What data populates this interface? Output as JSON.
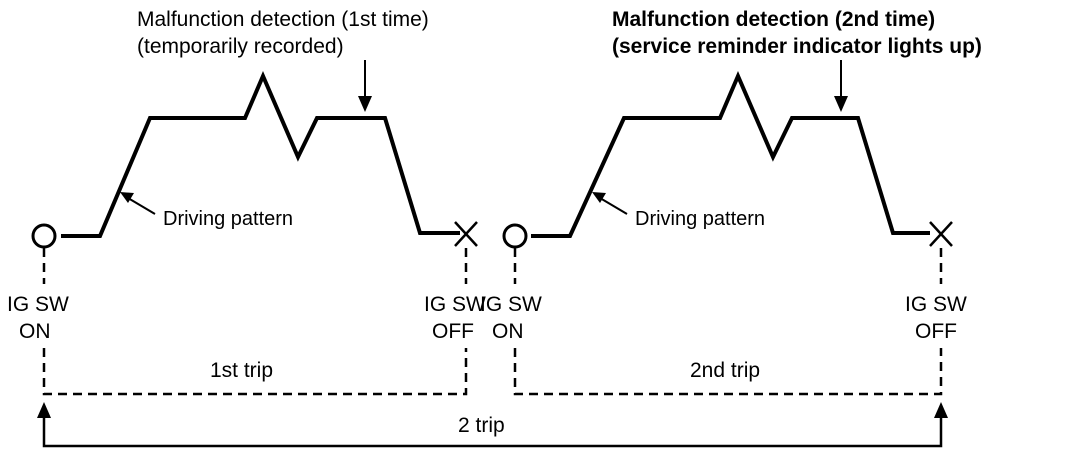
{
  "diagram": {
    "trips": [
      {
        "detection_line1": "Malfunction detection (1st time)",
        "detection_line2": "(temporarily recorded)",
        "pattern_label": "Driving pattern",
        "on_line1": "IG SW",
        "on_line2": "ON",
        "off_line1": "IG SW",
        "off_line2": "OFF",
        "trip_label": "1st trip"
      },
      {
        "detection_line1": "Malfunction detection (2nd time)",
        "detection_line2": "(service reminder indicator lights up)",
        "pattern_label": "Driving pattern",
        "on_line1": "IG SW",
        "on_line2": "ON",
        "off_line1": "IG SW",
        "off_line2": "OFF",
        "trip_label": "2nd trip"
      }
    ],
    "span_label": "2 trip"
  }
}
